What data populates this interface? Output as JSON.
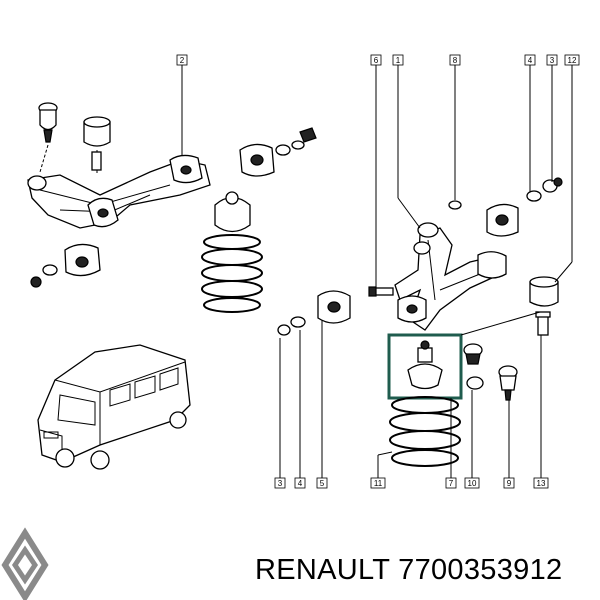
{
  "caption": {
    "brand": "RENAULT",
    "part_number": "7700353912"
  },
  "callouts": {
    "c2": "2",
    "c6": "6",
    "c1": "1",
    "c8": "8",
    "c4t": "4",
    "c3t": "3",
    "c12": "12",
    "c3b": "3",
    "c4b": "4",
    "c5": "5",
    "c11": "11",
    "c7": "7",
    "c10": "10",
    "c9": "9",
    "c13": "13"
  },
  "colors": {
    "highlight_box": "#1f5c4e",
    "logo": "#8a8a8a"
  },
  "icons": [
    "renault-logo-icon",
    "van-illustration"
  ]
}
